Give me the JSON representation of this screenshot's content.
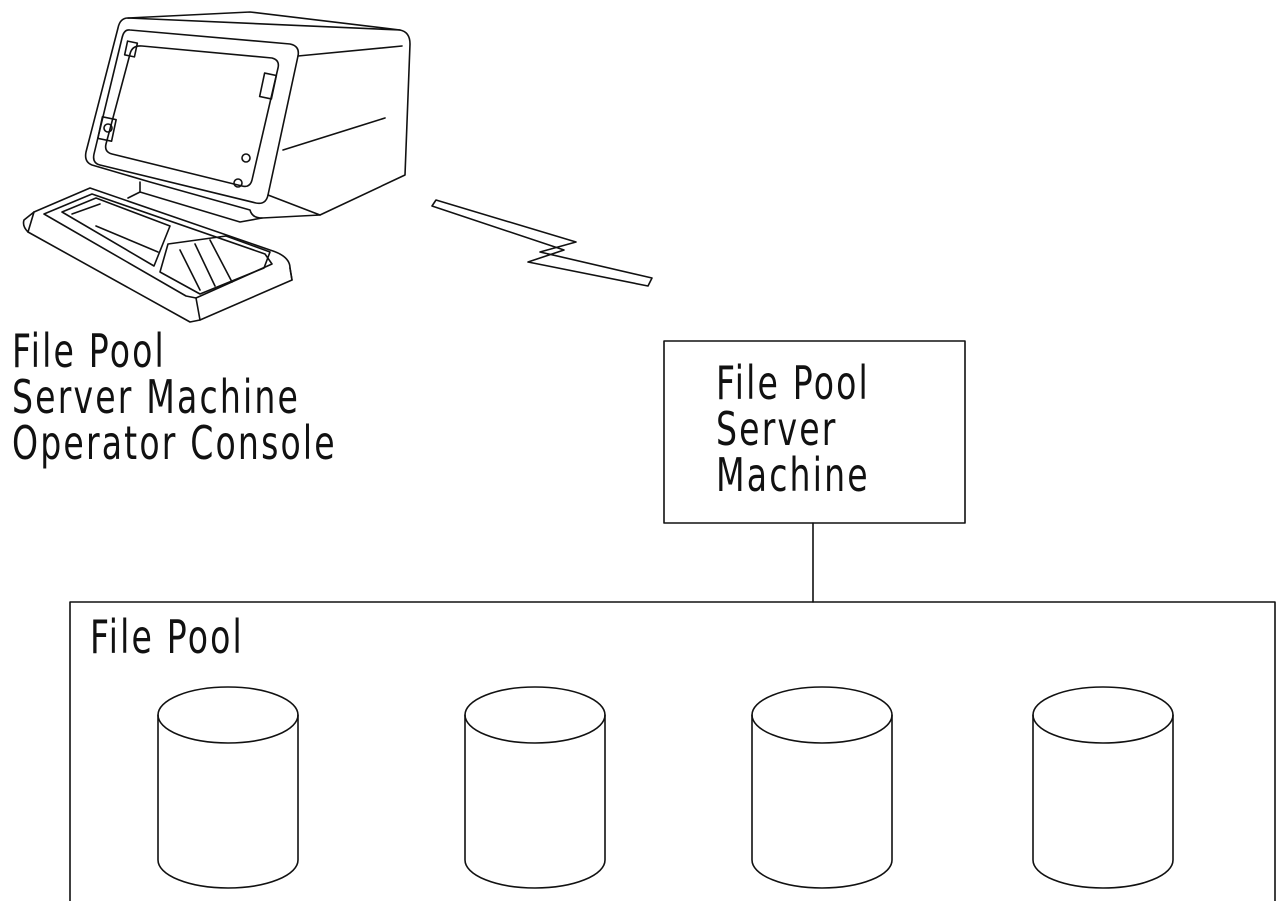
{
  "console": {
    "label_lines": [
      "File Pool",
      "Server Machine",
      "Operator Console"
    ]
  },
  "server": {
    "label_lines": [
      "File Pool",
      "Server",
      "Machine"
    ]
  },
  "pool": {
    "label": "File Pool",
    "disk_count": 4
  },
  "colors": {
    "stroke": "#111111",
    "background": "#ffffff"
  }
}
